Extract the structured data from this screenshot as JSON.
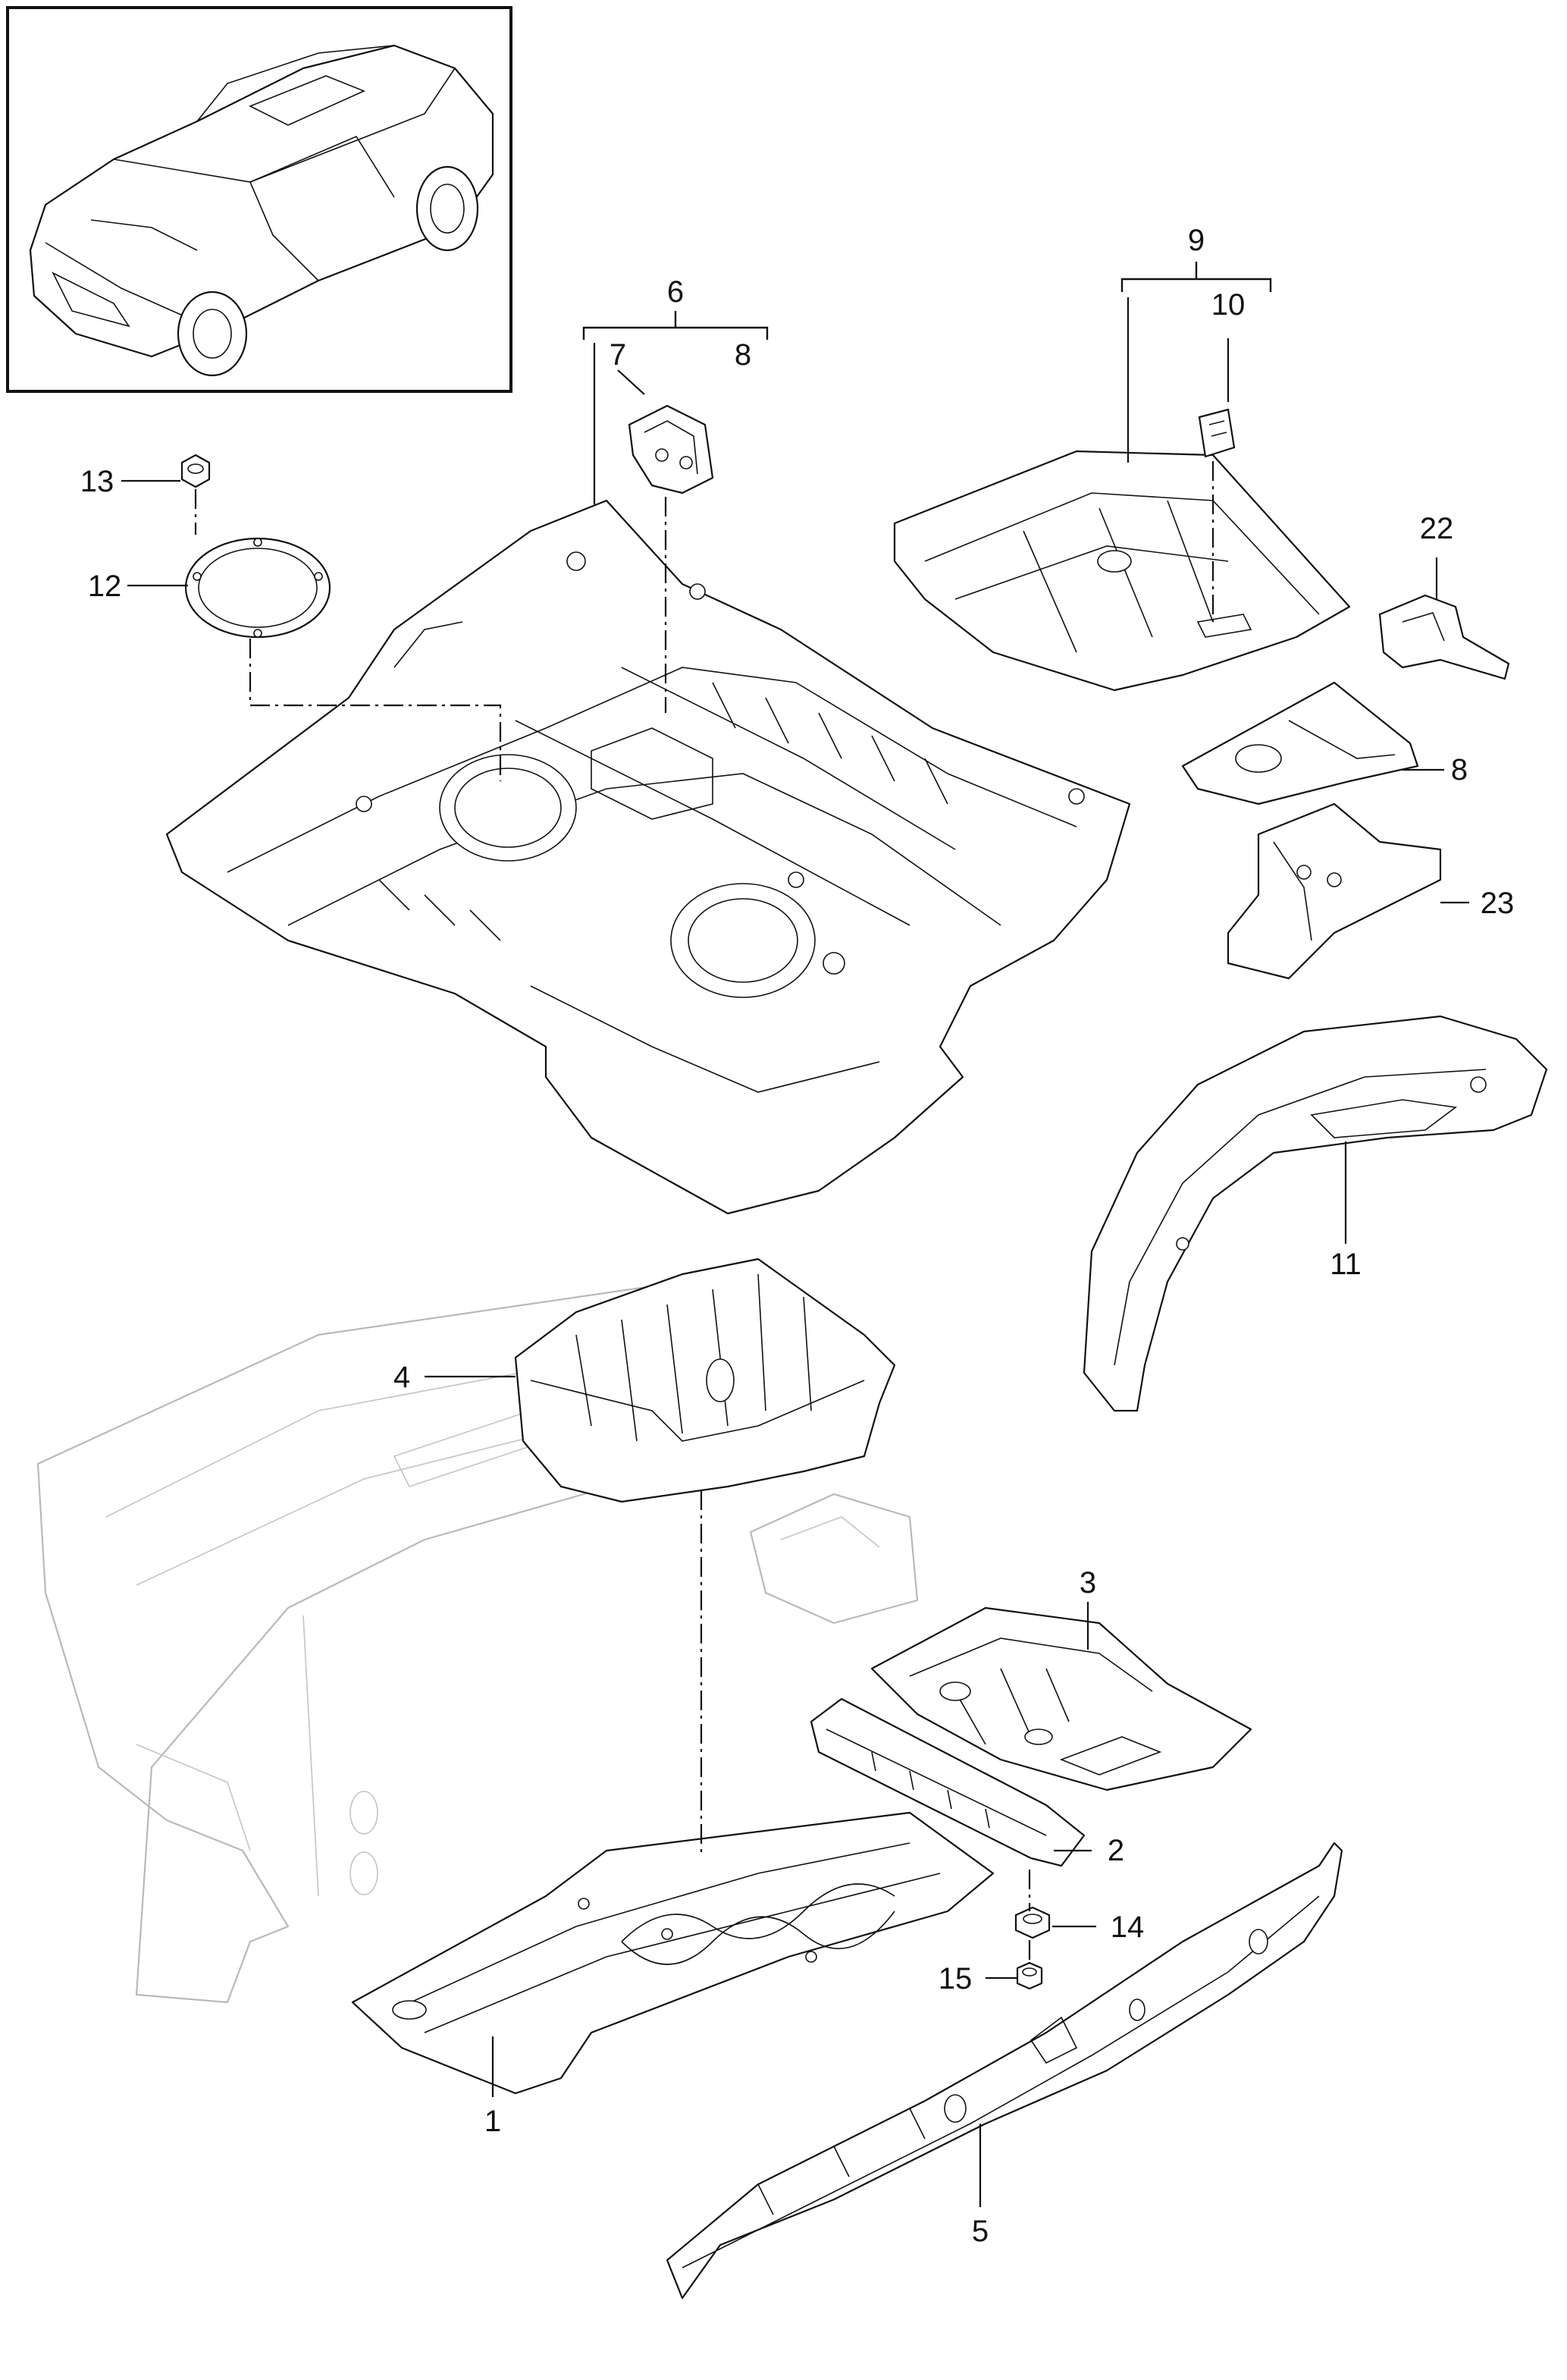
{
  "diagram": {
    "callouts": {
      "c1": "1",
      "c2": "2",
      "c3": "3",
      "c4": "4",
      "c5": "5",
      "c6": "6",
      "c7": "7",
      "c8a": "8",
      "c8b": "8",
      "c9": "9",
      "c10": "10",
      "c11": "11",
      "c12": "12",
      "c13": "13",
      "c14": "14",
      "c15": "15",
      "c22": "22",
      "c23": "23"
    }
  }
}
